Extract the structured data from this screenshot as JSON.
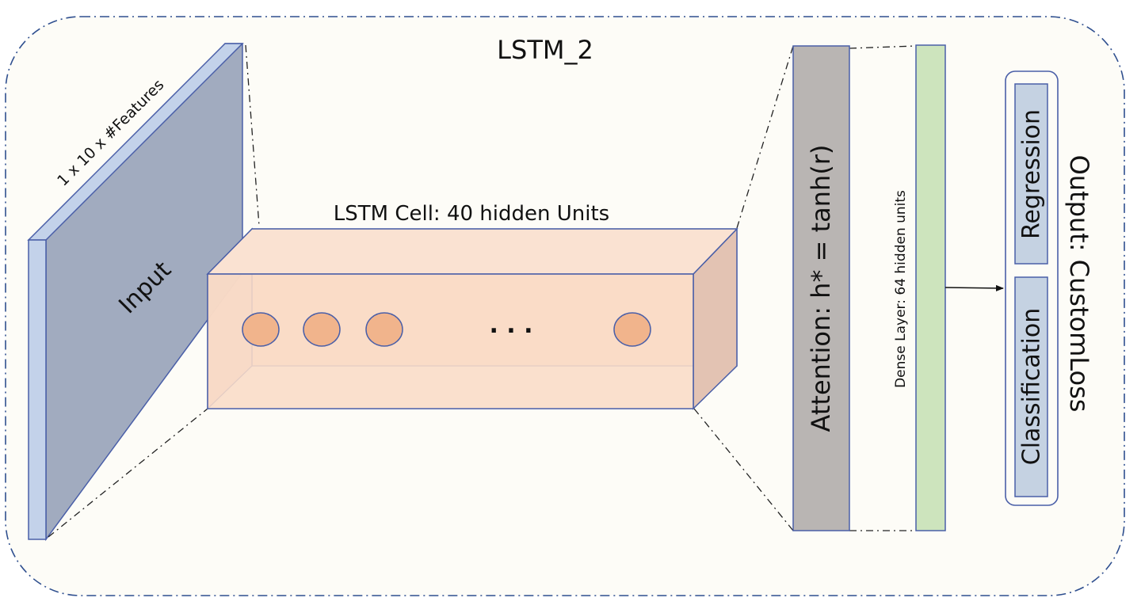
{
  "title": "LSTM_2",
  "input": {
    "dims_label": "1 x 10 x #Features",
    "label": "Input"
  },
  "lstm_cell": {
    "label": "LSTM Cell: 40 hidden Units",
    "ellipsis": ". . ."
  },
  "attention": {
    "label": "Attention: h* = tanh(r)"
  },
  "dense": {
    "label": "Dense Layer: 64 hidden  units"
  },
  "output": {
    "label": "Output: CustomLoss",
    "regression": "Regression",
    "classification": "Classification"
  },
  "colors": {
    "container_fill": "#fdfcf7",
    "container_border": "#2f4f8f",
    "input_face": "#a1abbf",
    "input_edge": "#c3d2ea",
    "box_fill": "#f9dcc7",
    "box_side": "#e3c3b3",
    "box_border": "#4a5fa8",
    "unit_fill": "#f1b48c",
    "attention_fill": "#b9b5b3",
    "dense_fill": "#cde4bd",
    "output_fill": "#c5d2e2"
  }
}
